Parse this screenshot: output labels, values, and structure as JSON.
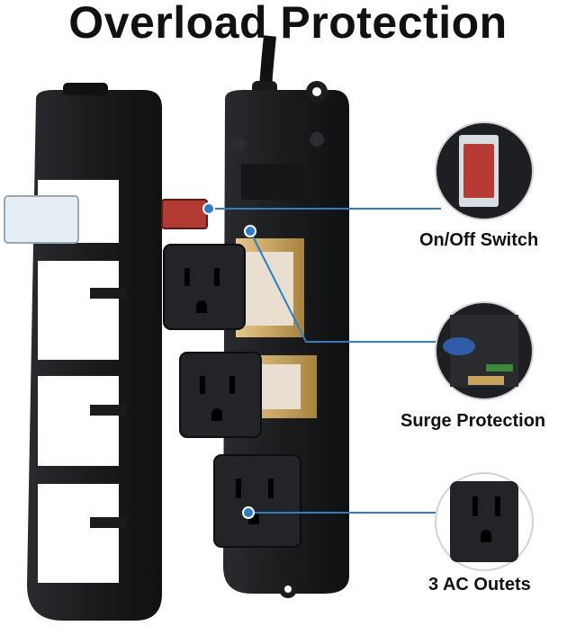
{
  "title": "Overload Protection",
  "callouts": [
    {
      "label": "On/Off Switch"
    },
    {
      "label": "Surge Protection"
    },
    {
      "label": "3 AC Outets"
    }
  ],
  "colors": {
    "body": "#1b1c1e",
    "outlet": "#232427",
    "switch_red": "#c0392b",
    "callout_line": "#2f7ec2",
    "circuit_gold": "#c9a35b"
  }
}
